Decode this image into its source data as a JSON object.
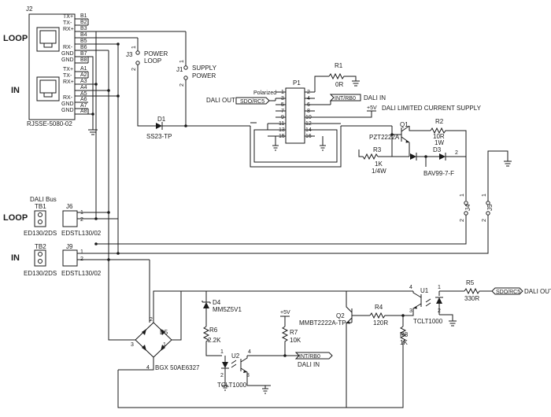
{
  "j2": {
    "ref": "J2",
    "part": "RJSSE-5080-02",
    "loop_label": "LOOP",
    "in_label": "IN",
    "pins_top": [
      {
        "signal": "TX+",
        "pin": "B1"
      },
      {
        "signal": "TX-",
        "pin": "B2"
      },
      {
        "signal": "RX+",
        "pin": "B3"
      },
      {
        "signal": "",
        "pin": "B4"
      },
      {
        "signal": "",
        "pin": "B5"
      },
      {
        "signal": "RX-",
        "pin": "B6"
      },
      {
        "signal": "GND",
        "pin": "B7"
      },
      {
        "signal": "GND",
        "pin": "B8"
      }
    ],
    "pins_bottom": [
      {
        "signal": "TX+",
        "pin": "A1"
      },
      {
        "signal": "TX-",
        "pin": "A2"
      },
      {
        "signal": "RX+",
        "pin": "A3"
      },
      {
        "signal": "",
        "pin": "A4"
      },
      {
        "signal": "",
        "pin": "A5"
      },
      {
        "signal": "RX-",
        "pin": "A6"
      },
      {
        "signal": "GND",
        "pin": "A7"
      },
      {
        "signal": "GND",
        "pin": "A8"
      }
    ]
  },
  "jumpers": {
    "j3": {
      "ref": "J3",
      "label_1": "POWER",
      "label_2": "LOOP",
      "pin1": "1",
      "pin2": "2"
    },
    "j1": {
      "ref": "J1",
      "label_1": "SUPPLY",
      "label_2": "POWER",
      "pin1": "1",
      "pin2": "2"
    },
    "j4": {
      "ref": "J4",
      "pin1": "1",
      "pin2": "2"
    },
    "j5": {
      "ref": "J5",
      "pin1": "1",
      "pin2": "2"
    }
  },
  "d1": {
    "ref": "D1",
    "part": "SS23-TP"
  },
  "r1": {
    "ref": "R1",
    "value": "0R"
  },
  "p1": {
    "ref": "P1",
    "type": "Polarized",
    "pins_left": [
      "1",
      "3",
      "5",
      "7",
      "9",
      "11",
      "13",
      "15"
    ],
    "pins_right": [
      "2",
      "4",
      "6",
      "8",
      "10",
      "12",
      "14",
      "16"
    ]
  },
  "dali_out_top": {
    "label": "DALI OUT",
    "net": "SDO/RC5"
  },
  "dali_in_top": {
    "label": "DALI IN",
    "net": "INT/RB0"
  },
  "plus5v_top": "+5V",
  "current_supply_title": "DALI LIMITED CURRENT SUPPLY",
  "q1": {
    "ref": "Q1",
    "part": "PZT2222A"
  },
  "r2": {
    "ref": "R2",
    "value": "10R",
    "power": "1W"
  },
  "r3": {
    "ref": "R3",
    "value": "1K",
    "power": "1/4W"
  },
  "d3": {
    "ref": "D3",
    "part": "BAV99-7-F"
  },
  "dali_bus": {
    "title": "DALI Bus",
    "loop_label": "LOOP",
    "in_label": "IN",
    "tb1": {
      "ref": "TB1",
      "part": "ED130/2DS"
    },
    "tb2": {
      "ref": "TB2",
      "part": "ED130/2DS"
    },
    "j6": {
      "ref": "J6",
      "part": "EDSTL130/02",
      "pin1": "1",
      "pin2": "2"
    },
    "j9": {
      "ref": "J9",
      "part": "EDSTL130/02",
      "pin1": "1",
      "pin2": "2"
    }
  },
  "d5": {
    "ref": "D5",
    "part": "BGX 50AE6327",
    "pins": [
      "1",
      "2",
      "3",
      "4"
    ]
  },
  "d4": {
    "ref": "D4",
    "part": "MM5Z5V1"
  },
  "r6": {
    "ref": "R6",
    "value": "2.2K"
  },
  "u2": {
    "ref": "U2",
    "part": "TCLT1000",
    "pins": [
      "1",
      "2",
      "3",
      "4"
    ]
  },
  "r7": {
    "ref": "R7",
    "value": "10K",
    "supply": "+5V"
  },
  "dali_in_bottom": {
    "label": "DALI IN",
    "net": "INT/RB0"
  },
  "q2": {
    "ref": "Q2",
    "part": "MMBT2222A-TP"
  },
  "r4": {
    "ref": "R4",
    "value": "120R"
  },
  "r8": {
    "ref": "R8",
    "value": "1K"
  },
  "u1": {
    "ref": "U1",
    "part": "TCLT1000",
    "pins": [
      "1",
      "2",
      "3",
      "4"
    ]
  },
  "r5": {
    "ref": "R5",
    "value": "330R"
  },
  "dali_out_bottom": {
    "label": "DALI OUT",
    "net": "SDO/RC5"
  }
}
